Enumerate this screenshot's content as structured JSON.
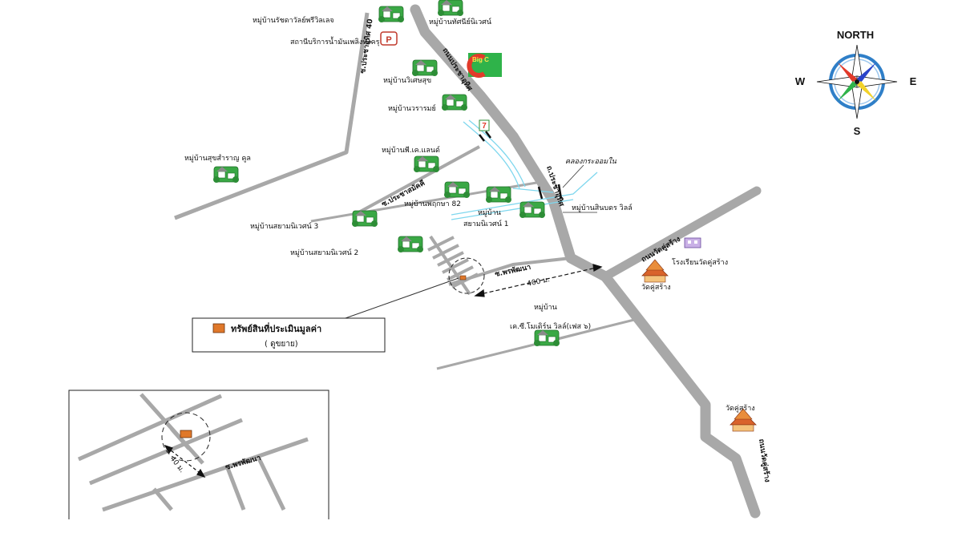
{
  "compass": {
    "north": "NORTH",
    "south": "S",
    "east": "E",
    "west": "W"
  },
  "roads": {
    "main_top": "ถนนประชาอุทิศ",
    "main_mid": "ถ.ประชาอุทิศ",
    "soi_40": "ซ.ประชาอุทิศ 40",
    "soi_prachasamakkhi": "ซ.ประชาสมัคคี",
    "wat_ku_sang_road": "ถนนวัดคู่สร้าง",
    "phophatthana": "ซ.พรพัฒนา",
    "khu_sang_lower": "ถนนวัดคู่สร้าง",
    "inset_phophatthana": "ซ.พรพัฒนา"
  },
  "places": {
    "rachawadi": "หมู่บ้านรัชดาวัลย์พรีวิลเลจ",
    "thatsanee": "หมู่บ้านทัศนีย์นิเวศน์",
    "gas_station": "สถานีบริการน้ำมันเพลิงทุ่งครุ",
    "gas_icon": "P",
    "big_c": "Big C",
    "wisetsuk": "หมู่บ้านวิเศษสุข",
    "worarom": "หมู่บ้านวรารมย์",
    "seven": "7",
    "sukkharam": "หมู่บ้านสุขสำราญ คูล",
    "phi_land": "หมู่บ้านพี.เค.แลนด์",
    "phruksa": "หมู่บ้านพฤกษา 82",
    "khlong": "คลองกระออมใน",
    "moo_ban": "หมู่บ้าน",
    "siam_1": "สยามนิเวศน์ 1",
    "sinbodin": "หมู่บ้านสินบดร วิลล์",
    "siam_3": "หมู่บ้านสยามนิเวศน์ 3",
    "siam_2": "หมู่บ้านสยามนิเวศน์ 2",
    "school": "โรงเรียนวัดคู่สร้าง",
    "temple_1": "วัดคู่สร้าง",
    "kc_line1": "หมู่บ้าน",
    "kc_line2": "เค.ซี.โมเดิร์น วิลล์(เฟส ๖)",
    "temple_2": "วัดคู่สร้าง"
  },
  "distances": {
    "main": "400 ม.",
    "inset": "40 ม."
  },
  "legend": {
    "line1": "ทรัพย์สินที่ประเมินมูลค่า",
    "line2": "( ดูขยาย)"
  },
  "colors": {
    "road": "#a8a8a8",
    "canal": "#7fd7ee",
    "subject": "#e0782a",
    "village_green": "#3aa845",
    "bigc_green": "#2fb34a",
    "bigc_red": "#e23a2a"
  }
}
